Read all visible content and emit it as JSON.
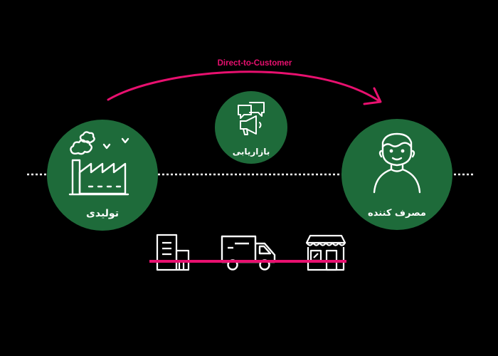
{
  "colors": {
    "background": "#000000",
    "node_fill": "#1e6b3a",
    "icon_stroke": "#ffffff",
    "accent": "#e8106f",
    "dotted_line": "#ffffff"
  },
  "arrow": {
    "label": "Direct-to-Customer"
  },
  "nodes": {
    "production": {
      "label": "تولیدی",
      "icon": "factory-icon"
    },
    "marketing": {
      "label": "بازاریابی",
      "icon": "megaphone-chat-icon"
    },
    "consumer": {
      "label": "مصرف کننده",
      "icon": "person-icon"
    }
  },
  "intermediaries": [
    {
      "icon": "building-icon"
    },
    {
      "icon": "delivery-truck-icon"
    },
    {
      "icon": "shop-icon"
    }
  ]
}
